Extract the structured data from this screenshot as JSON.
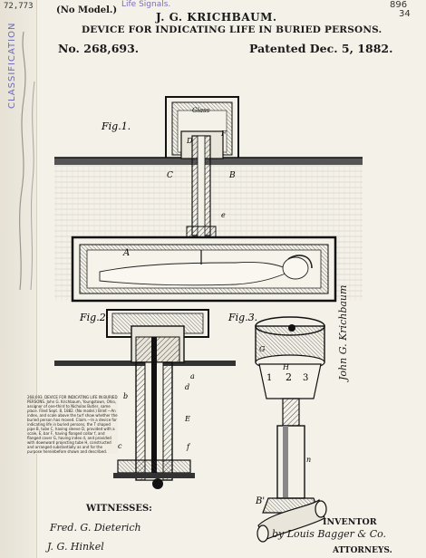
{
  "header": {
    "model_label": "(No Model.)",
    "inventor_name": "J. G. KRICHBAUM.",
    "title": "DEVICE FOR INDICATING LIFE IN BURIED PERSONS.",
    "patent_number": "No. 268,693.",
    "patent_date": "Patented Dec. 5, 1882.",
    "stamp": "Life Signals.",
    "corner_left": "72,773",
    "corner_right_top": "896",
    "corner_right_bottom": "34"
  },
  "side_stamp": "CLASSIFICATION",
  "figures": {
    "fig1_label": "Fig.1.",
    "fig2_label": "Fig.2.",
    "fig3_label": "Fig.3.",
    "glass_label": "Glass",
    "letter_A": "A",
    "letter_B": "B",
    "letter_C": "C",
    "letter_D": "D",
    "letter_E": "E",
    "letter_F": "F",
    "letter_G": "G",
    "letter_H": "H",
    "letter_a": "a",
    "letter_b": "b",
    "letter_c": "c",
    "letter_d": "d",
    "letter_e": "e",
    "letter_f": "f",
    "letter_n": "n",
    "dial_numbers": [
      "1",
      "2",
      "3"
    ],
    "letter_B_fig3": "B'"
  },
  "abstract_text": "268,693. DEVICE FOR INDICATING LIFE IN BURIED PERSONS. John G. Krichbaum, Youngstown, Ohio, assignor of one-third to Nicholas Butler, same place. Filed Sept. 8, 1882. (No model.) Brief.—An index, and scale above the turf show whether the buried person has moved. Claim.—In a device for indicating life in buried persons, the T shaped pipe B, tube C, having sleeve D, provided with a scale, E, bar F, having flanged collar f, and flanged cover G, having index d, and provided with downward projecting tube H, constructed and arranged substantially as and for the purpose hereinbefore shown and described.",
  "footer": {
    "witnesses_label": "WITNESSES:",
    "witness_1": "Fred. G. Dieterich",
    "witness_2": "J. G. Hinkel",
    "inventor_signature": "John G. Krichbaum",
    "inventor_label": "INVENTOR",
    "attorney_signature": "by Louis Bagger & Co.",
    "attorneys_label": "ATTORNEYS."
  }
}
